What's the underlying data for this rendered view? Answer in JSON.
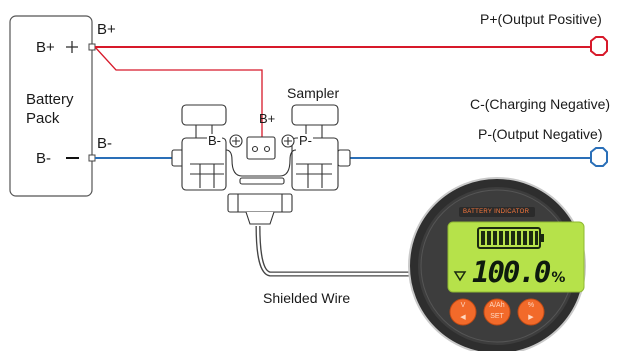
{
  "battery_pack": {
    "title_line1": "Battery",
    "title_line2": "Pack",
    "pos_terminal": "B+",
    "neg_terminal": "B-"
  },
  "wire_labels": {
    "b_plus": "B+",
    "b_minus": "B-"
  },
  "outputs": {
    "p_plus": "P+(Output Positive)",
    "c_minus": "C-(Charging Negative)",
    "p_minus": "P-(Output Negative)"
  },
  "sampler": {
    "title": "Sampler",
    "b_minus": "B-",
    "b_plus": "B+",
    "p_minus": "P-"
  },
  "shielded_wire": "Shielded Wire",
  "meter": {
    "brand": "BATTERY INDICATOR",
    "value": "100.0",
    "unit": "%",
    "buttons": [
      {
        "top": "V",
        "bottom": "◀"
      },
      {
        "top": "A/Ah",
        "bottom": "SET"
      },
      {
        "top": "%",
        "bottom": "▶"
      }
    ]
  },
  "colors": {
    "positive_wire": "#d7192a",
    "negative_wire": "#2a6fb8",
    "meter_body": "#3a3a3a",
    "lcd": "#b6e24a",
    "button": "#f26a2a"
  }
}
